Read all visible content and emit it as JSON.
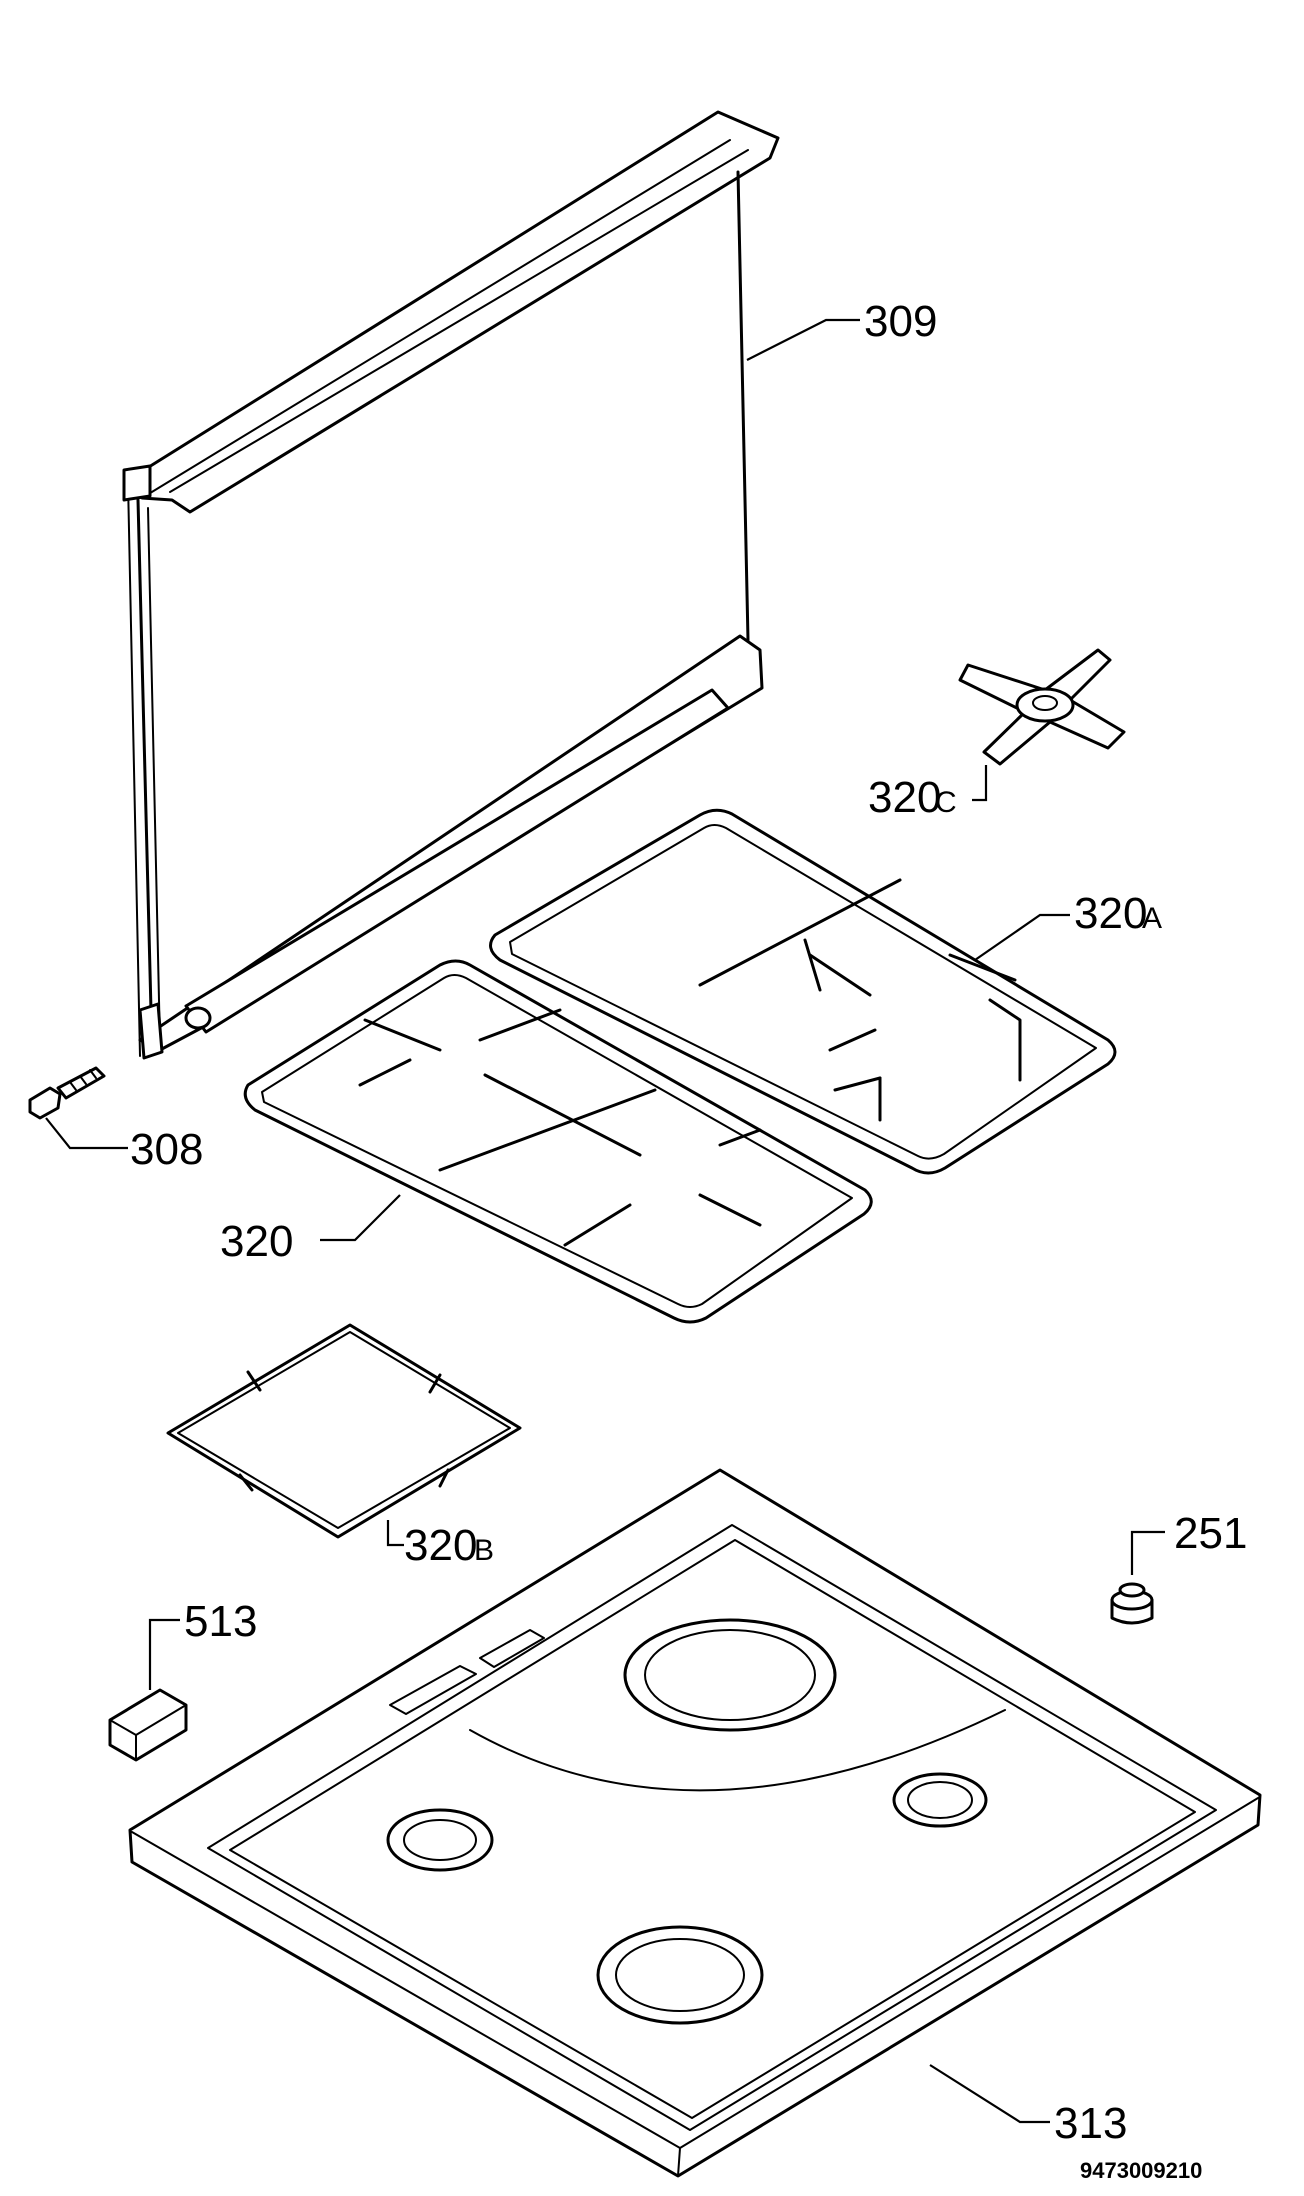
{
  "labels": {
    "p309": "309",
    "p320c_num": "320",
    "p320c_suffix": "C",
    "p320a_num": "320",
    "p320a_suffix": "A",
    "p308": "308",
    "p320": "320",
    "p320b_num": "320",
    "p320b_suffix": "B",
    "p251": "251",
    "p513": "513",
    "p313": "313"
  },
  "drawing_number": "9473009210"
}
